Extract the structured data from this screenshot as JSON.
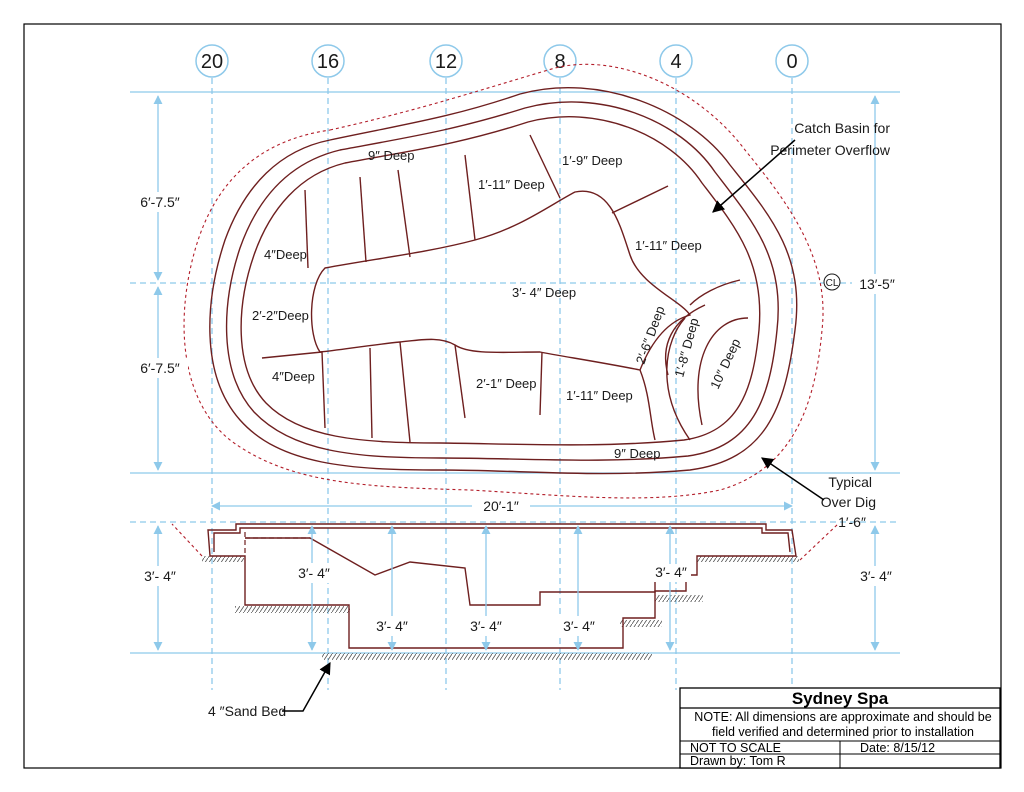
{
  "grid_labels": [
    "20",
    "16",
    "12",
    "8",
    "4",
    "0"
  ],
  "plan": {
    "zones": {
      "top_rim": "9″ Deep",
      "top_mid": "1′-11″ Deep",
      "top_right": "1′-9″ Deep",
      "left_upper": "4″Deep",
      "left_mid": "2′-2″Deep",
      "left_lower": "4″Deep",
      "center": "3′- 4″ Deep",
      "right_upper": "1′-11″ Deep",
      "stair_1": "2′-6″ Deep",
      "stair_2": "1′-8″ Deep",
      "stair_3": "10″ Deep",
      "bottom_mid": "2′-1″ Deep",
      "bottom_right": "1′-11″ Deep",
      "bottom_rim": "9″ Deep"
    },
    "dim_upper": "6′-7.5″",
    "dim_lower": "6′-7.5″",
    "dim_total_height": "13′-5″",
    "dim_length": "20′-1″",
    "centerline_symbol": "CL",
    "callout_catch_basin": [
      "Catch Basin for",
      "Perimeter Overflow"
    ],
    "callout_over_dig": [
      "Typical",
      "Over Dig"
    ]
  },
  "section": {
    "dim_left": "3′- 4″",
    "dim_right": "3′- 4″",
    "dim_flange": "1′-6″",
    "depth_labels": [
      "3′- 4″",
      "3′- 4″",
      "3′- 4″",
      "3′- 4″",
      "3′- 4″"
    ],
    "sand_bed": "4 ″Sand Bed"
  },
  "title_block": {
    "title": "Sydney Spa",
    "note_line1": "NOTE: All dimensions are approximate and should be",
    "note_line2": "field verified and determined prior to installation",
    "scale": "NOT TO SCALE",
    "date": "Date: 8/15/12",
    "drawn_by": "Drawn by: Tom R"
  },
  "colors": {
    "grid": "#8ec9ea",
    "pool_outline": "#6e1f1f",
    "over_dig": "#b31e2a"
  }
}
